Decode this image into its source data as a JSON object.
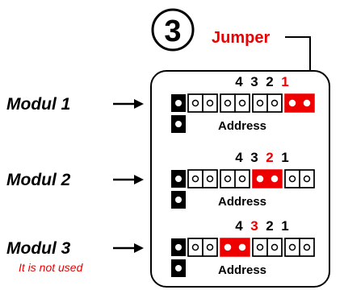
{
  "step": {
    "number": "3"
  },
  "jumper": {
    "label": "Jumper",
    "color": "#ee0000"
  },
  "colors": {
    "jumper_red": "#ee0000",
    "text_black": "#000000"
  },
  "icons": {
    "arrow": "right-arrow-icon",
    "step_circle": "circle-icon"
  },
  "modules": [
    {
      "label": "Modul 1",
      "note": "",
      "numbers": [
        "4",
        "3",
        "2",
        "1"
      ],
      "jumper_position": "1",
      "address_label": "Address"
    },
    {
      "label": "Modul 2",
      "note": "",
      "numbers": [
        "4",
        "3",
        "2",
        "1"
      ],
      "jumper_position": "2",
      "address_label": "Address"
    },
    {
      "label": "Modul 3",
      "note": "It is not used",
      "numbers": [
        "4",
        "3",
        "2",
        "1"
      ],
      "jumper_position": "3",
      "address_label": "Address"
    }
  ]
}
